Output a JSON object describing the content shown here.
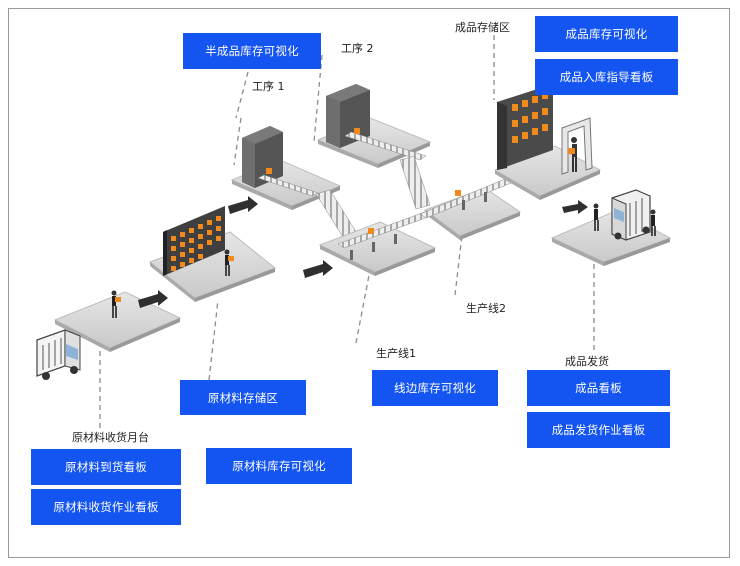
{
  "buttons": {
    "semi_finished_inventory": "半成品库存可视化",
    "finished_inventory": "成品库存可视化",
    "finished_inbound_board": "成品入库指导看板",
    "raw_storage_area": "原材料存储区",
    "line_side_inventory": "线边库存可视化",
    "finished_board": "成品看板",
    "finished_shipping_board": "成品发货作业看板",
    "raw_arrival_board": "原材料到货看板",
    "raw_receiving_board": "原材料收货作业看板",
    "raw_inventory_visual": "原材料库存可视化"
  },
  "labels": {
    "process2": "工序 2",
    "process1": "工序 1",
    "finished_storage": "成品存储区",
    "production_line2": "生产线2",
    "production_line1": "生产线1",
    "finished_shipping": "成品发货",
    "raw_receiving_dock": "原材料收货月台"
  },
  "colors": {
    "button_blue": "#1454f0",
    "box_orange": "#f08a1c",
    "floor_gray": "#d9d9d9",
    "rack_dark": "#4a4a4a",
    "frame_gray": "#9a9a9a"
  }
}
